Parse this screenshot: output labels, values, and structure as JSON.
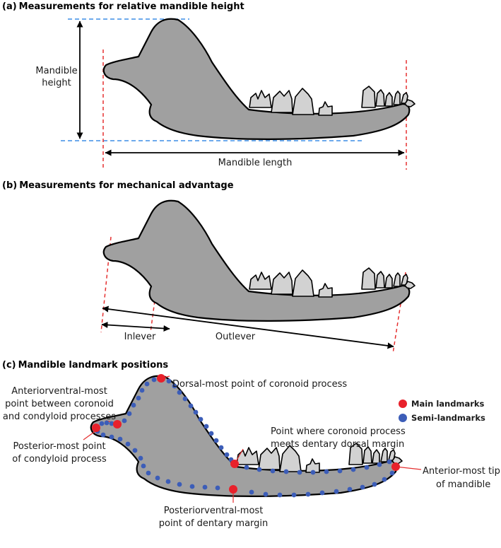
{
  "panels": {
    "a": {
      "letter": "(a)",
      "title": "Measurements for relative mandible height",
      "height_label_line1": "Mandible",
      "height_label_line2": "height",
      "length_label": "Mandible length"
    },
    "b": {
      "letter": "(b)",
      "title": "Measurements for mechanical advantage",
      "inlever_label": "Inlever",
      "outlever_label": "Outlever"
    },
    "c": {
      "letter": "(c)",
      "title": "Mandible landmark positions",
      "annotations": {
        "anteroventral_l1": "Anteriorventral-most",
        "anteroventral_l2": "point between coronoid",
        "anteroventral_l3": "and condyloid processes",
        "dorsal": "Dorsal-most point of coronoid process",
        "posterior_l1": "Posterior-most point",
        "posterior_l2": "of condyloid process",
        "coronoid_meet_l1": "Point where coronoid process",
        "coronoid_meet_l2": "meets dentary dorsal margin",
        "anterior_tip_l1": "Anterior-most tip",
        "anterior_tip_l2": "of mandible",
        "posteroventral_l1": "Posteriorventral-most",
        "posteroventral_l2": "point of dentary margin"
      },
      "legend": {
        "main": "Main landmarks",
        "semi": "Semi-landmarks"
      }
    }
  },
  "colors": {
    "main_landmark": "#e8212b",
    "semi_landmark": "#3c5db8",
    "bone": "#a0a0a0",
    "tooth": "#d2d2d2",
    "reference_line_red": "#e53030",
    "reference_line_blue": "#3d8ee6"
  }
}
